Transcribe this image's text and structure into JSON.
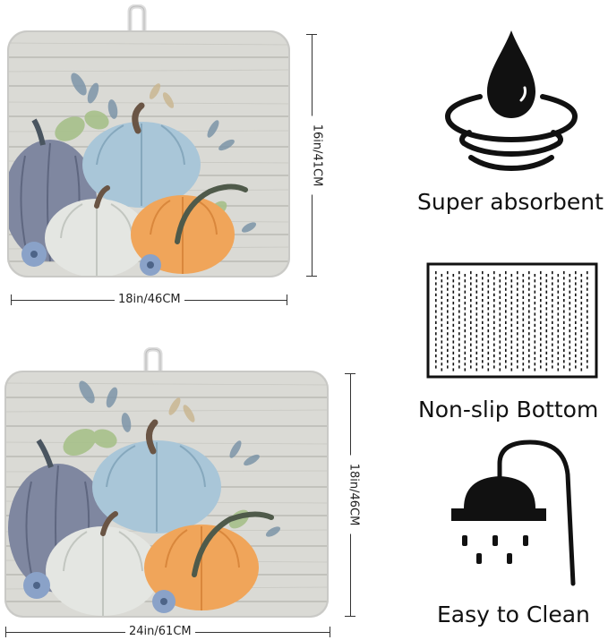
{
  "product_top": {
    "width_label": "18in/46CM",
    "height_label": "16in/41CM"
  },
  "product_bottom": {
    "width_label": "24in/61CM",
    "height_label": "18in/46CM"
  },
  "features": [
    {
      "icon": "water-drop-icon",
      "label": "Super absorbent"
    },
    {
      "icon": "non-slip-texture-icon",
      "label": "Non-slip Bottom"
    },
    {
      "icon": "shower-head-icon",
      "label": "Easy to Clean"
    }
  ],
  "colors": {
    "wood": "#d9d9d4",
    "pumpkin_blue": "#a9c6d8",
    "pumpkin_orange": "#f0a55a",
    "pumpkin_purple": "#7f87a0",
    "pumpkin_white": "#e4e6e2"
  }
}
